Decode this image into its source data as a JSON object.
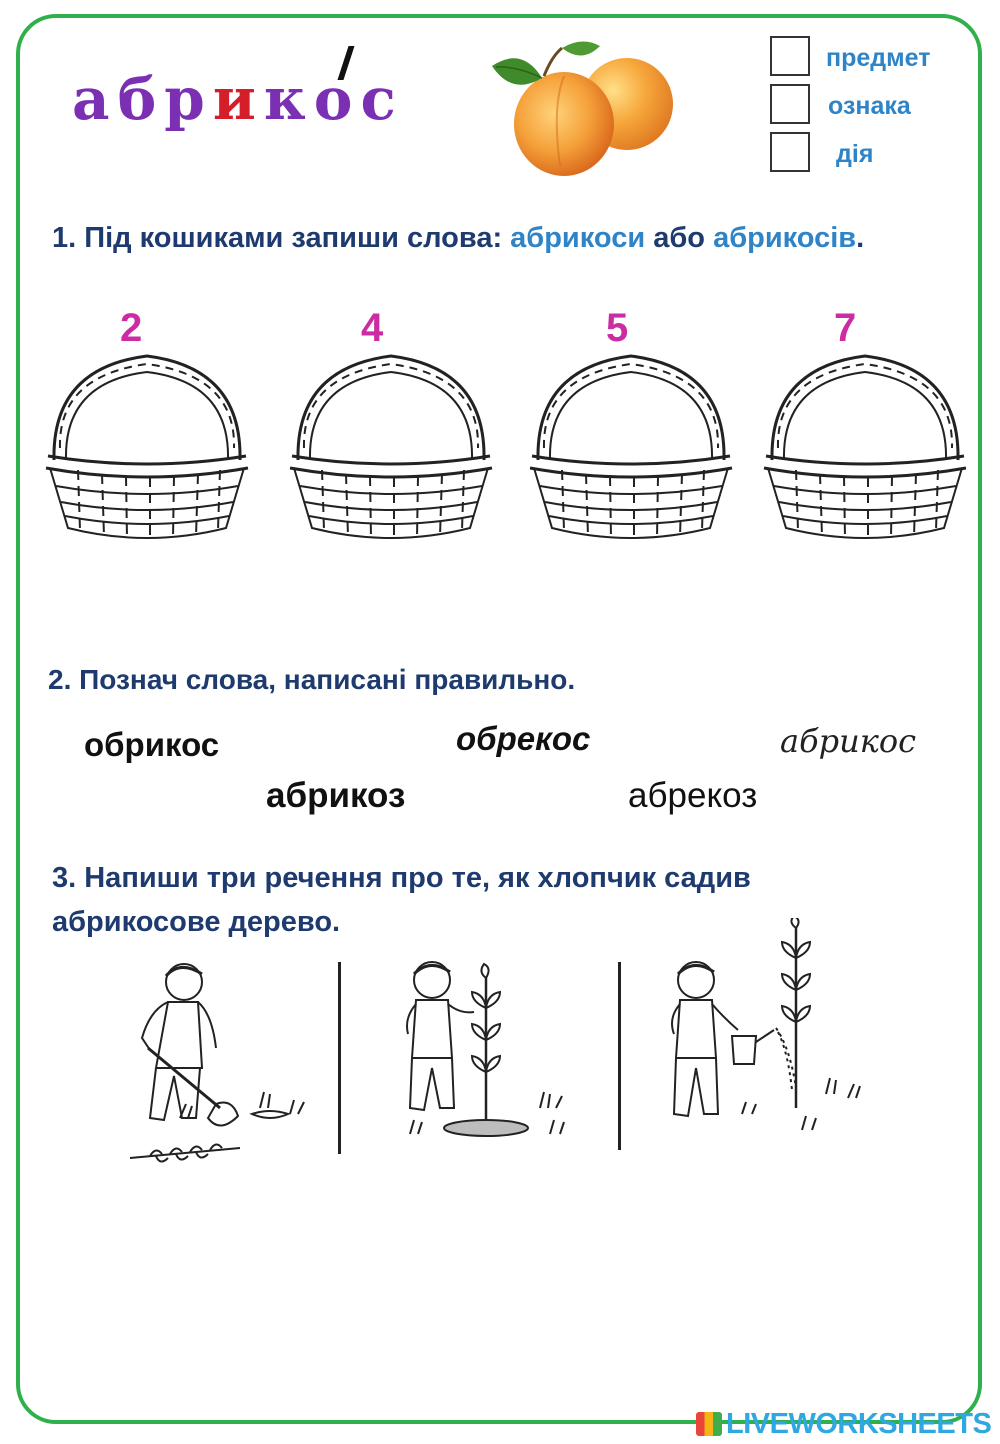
{
  "title": {
    "letters": [
      "а",
      "б",
      "р",
      "и",
      "к",
      "о",
      "с"
    ],
    "colors": [
      "#7b2fb3",
      "#7b2fb3",
      "#7b2fb3",
      "#d41e2a",
      "#7b2fb3",
      "#7b2fb3",
      "#7b2fb3"
    ]
  },
  "checkboxes": [
    {
      "label": "предмет"
    },
    {
      "label": "ознака"
    },
    {
      "label": "дія"
    }
  ],
  "task1": {
    "prefix": "1. Під кошиками запиши слова: ",
    "word1": "абрикоси",
    "middle": " або ",
    "word2": "абрикосів",
    "suffix": "."
  },
  "baskets": [
    {
      "number": "2"
    },
    {
      "number": "4"
    },
    {
      "number": "5"
    },
    {
      "number": "7"
    }
  ],
  "task2": {
    "label": "2. Познач слова, написані правильно.",
    "words": [
      "обрикос",
      "обрекос",
      "абрикос",
      "абрикоз",
      "абрекоз"
    ]
  },
  "task3": {
    "line1": "3. Напиши три речення про те, як хлопчик садив",
    "line2": "абрикосове дерево."
  },
  "logo": {
    "text": "LIVEWORKSHEETS"
  },
  "colors": {
    "frame": "#2fb04a",
    "accent_blue": "#2f84c8",
    "task_text": "#1e3a6e",
    "number_magenta": "#cc2ca3"
  },
  "icons": [
    "apricot-illustration",
    "basket-illustration",
    "boy-digging-illustration",
    "boy-planting-illustration",
    "boy-watering-illustration"
  ]
}
